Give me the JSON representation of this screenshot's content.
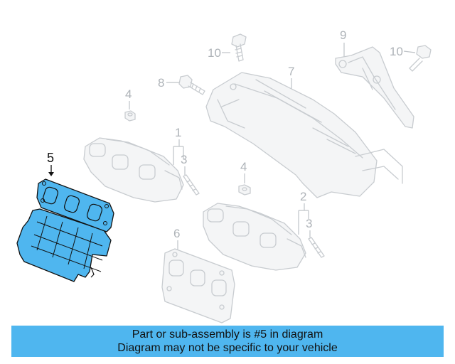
{
  "callouts": {
    "c1": "1",
    "c2": "2",
    "c3a": "3",
    "c3b": "3",
    "c4a": "4",
    "c4b": "4",
    "c5": "5",
    "c6": "6",
    "c7": "7",
    "c8": "8",
    "c9": "9",
    "c10a": "10",
    "c10b": "10"
  },
  "banner": {
    "line1": "Part or sub-assembly is #5 in diagram",
    "line2": "Diagram may not be specific to your vehicle"
  },
  "colors": {
    "highlight": "#4fb6ef",
    "ghost_line": "#c8ccd0",
    "banner_bg": "#4fb6ef"
  }
}
